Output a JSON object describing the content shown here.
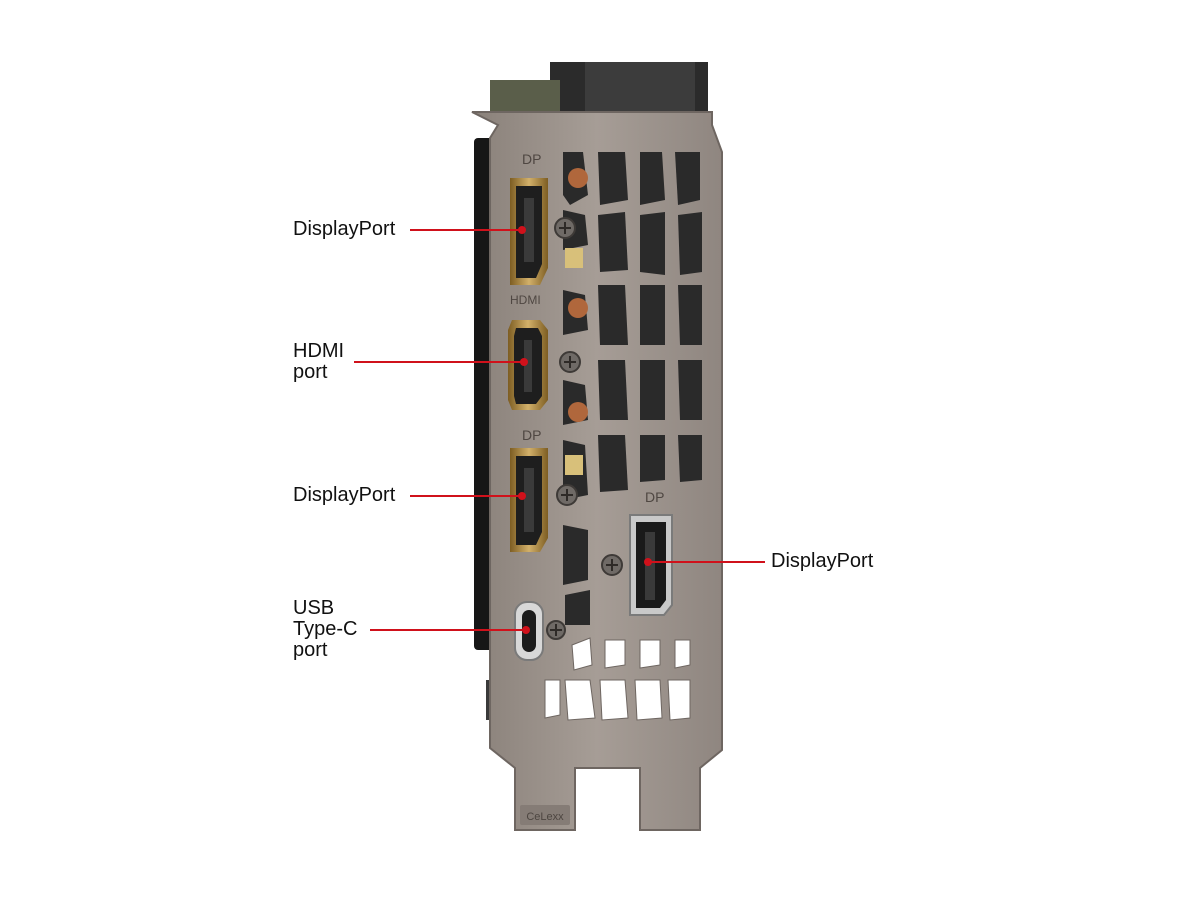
{
  "photo": {
    "subject": "graphics card I/O bracket",
    "bracket_markings": {
      "dp_top": "DP",
      "hdmi": "HDMI",
      "dp_middle": "DP",
      "dp_right": "DP",
      "tab": "CeLexx"
    }
  },
  "callouts": [
    {
      "id": "dp-1",
      "lines": [
        "DisplayPort"
      ]
    },
    {
      "id": "hdmi",
      "lines": [
        "HDMI",
        "port"
      ]
    },
    {
      "id": "dp-2",
      "lines": [
        "DisplayPort"
      ]
    },
    {
      "id": "usb-c",
      "lines": [
        "USB",
        "Type-C",
        "port"
      ]
    },
    {
      "id": "dp-3",
      "lines": [
        "DisplayPort"
      ]
    }
  ],
  "colors": {
    "background": "#ffffff",
    "leader_line": "#d0111b",
    "bracket_metal": "#9a918a",
    "port_gold": "#b08a3c"
  }
}
